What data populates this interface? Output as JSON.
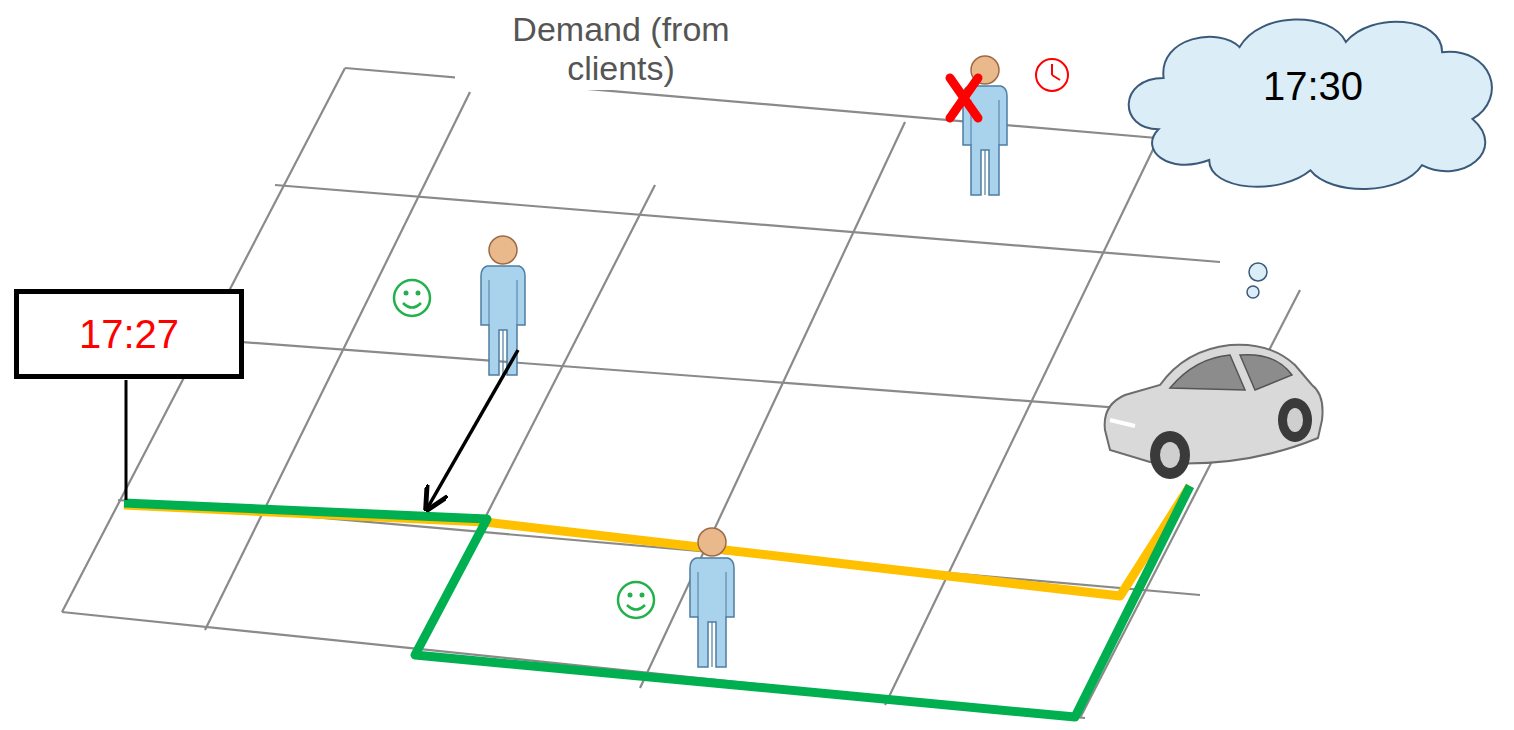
{
  "diagram": {
    "nodes": [
      {
        "text": [
          "17:27"
        ]
      },
      {
        "text": [
          "17:30"
        ]
      }
    ],
    "labels": [
      "Demand (from clients)"
    ]
  }
}
